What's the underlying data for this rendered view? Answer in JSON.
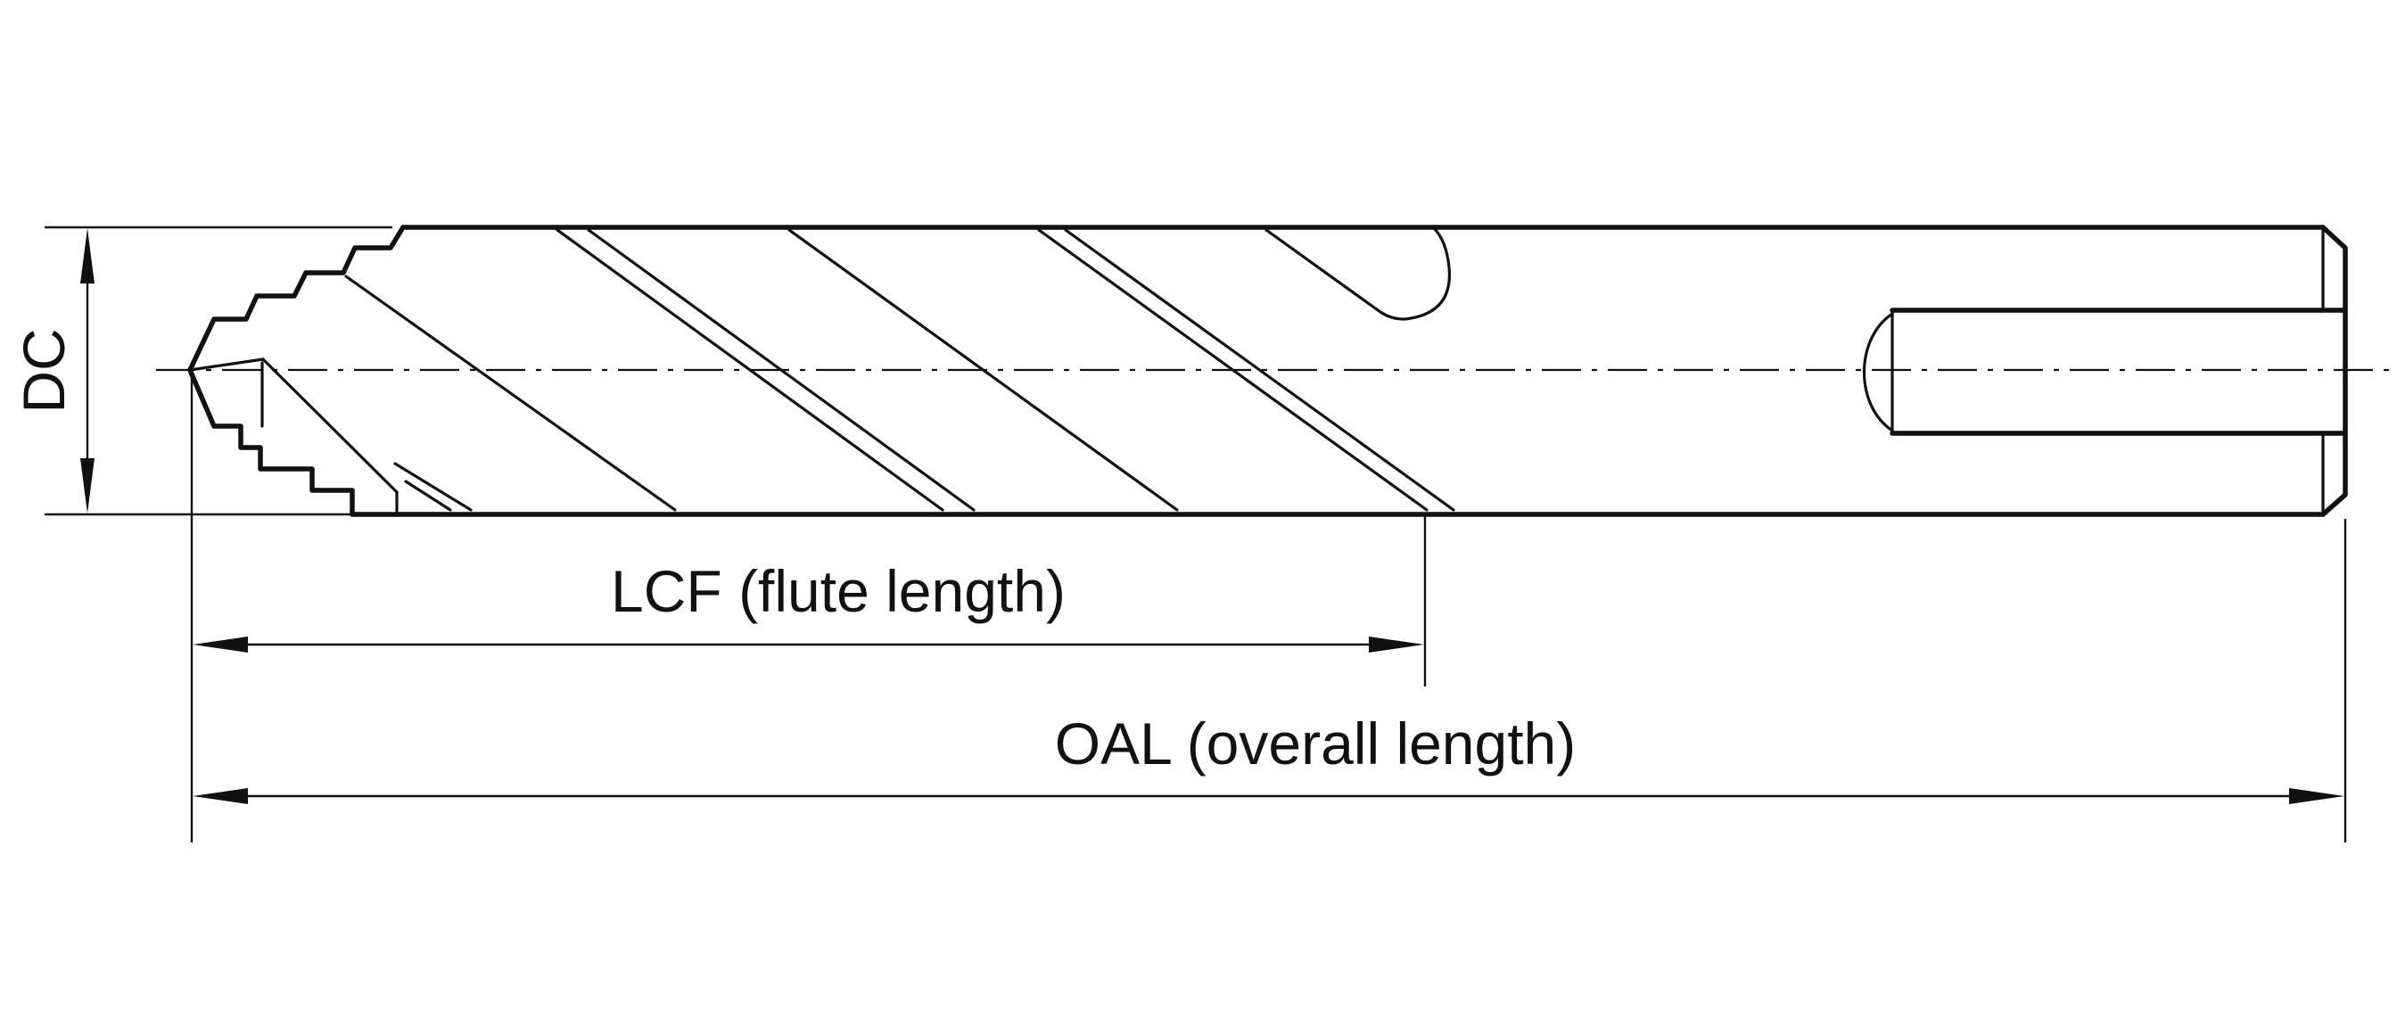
{
  "labels": {
    "dc": "DC",
    "lcf": "LCF (flute length)",
    "oal": "OAL (overall length)"
  },
  "colors": {
    "line": "#111111",
    "background": "#ffffff"
  }
}
